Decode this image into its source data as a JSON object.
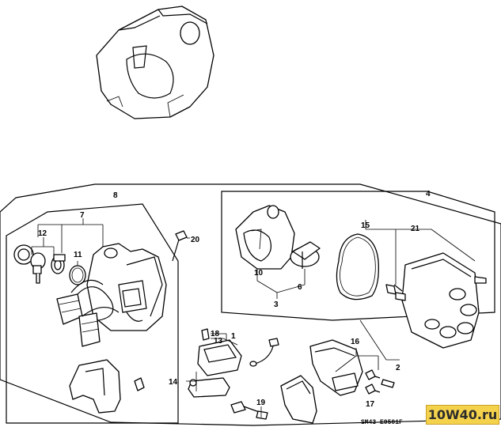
{
  "diagram": {
    "code": "SM43-E0501F",
    "callouts": {
      "c1": "1",
      "c2": "2",
      "c3": "3",
      "c4": "4",
      "c6": "6",
      "c7": "7",
      "c8": "8",
      "c10": "10",
      "c11": "11",
      "c12": "12",
      "c13": "13",
      "c14": "14",
      "c15": "15",
      "c16": "16",
      "c17": "17",
      "c18": "18",
      "c19": "19",
      "c20": "20",
      "c21": "21"
    }
  },
  "watermark": {
    "text": "10W40.ru",
    "color": "#f4d24c"
  }
}
